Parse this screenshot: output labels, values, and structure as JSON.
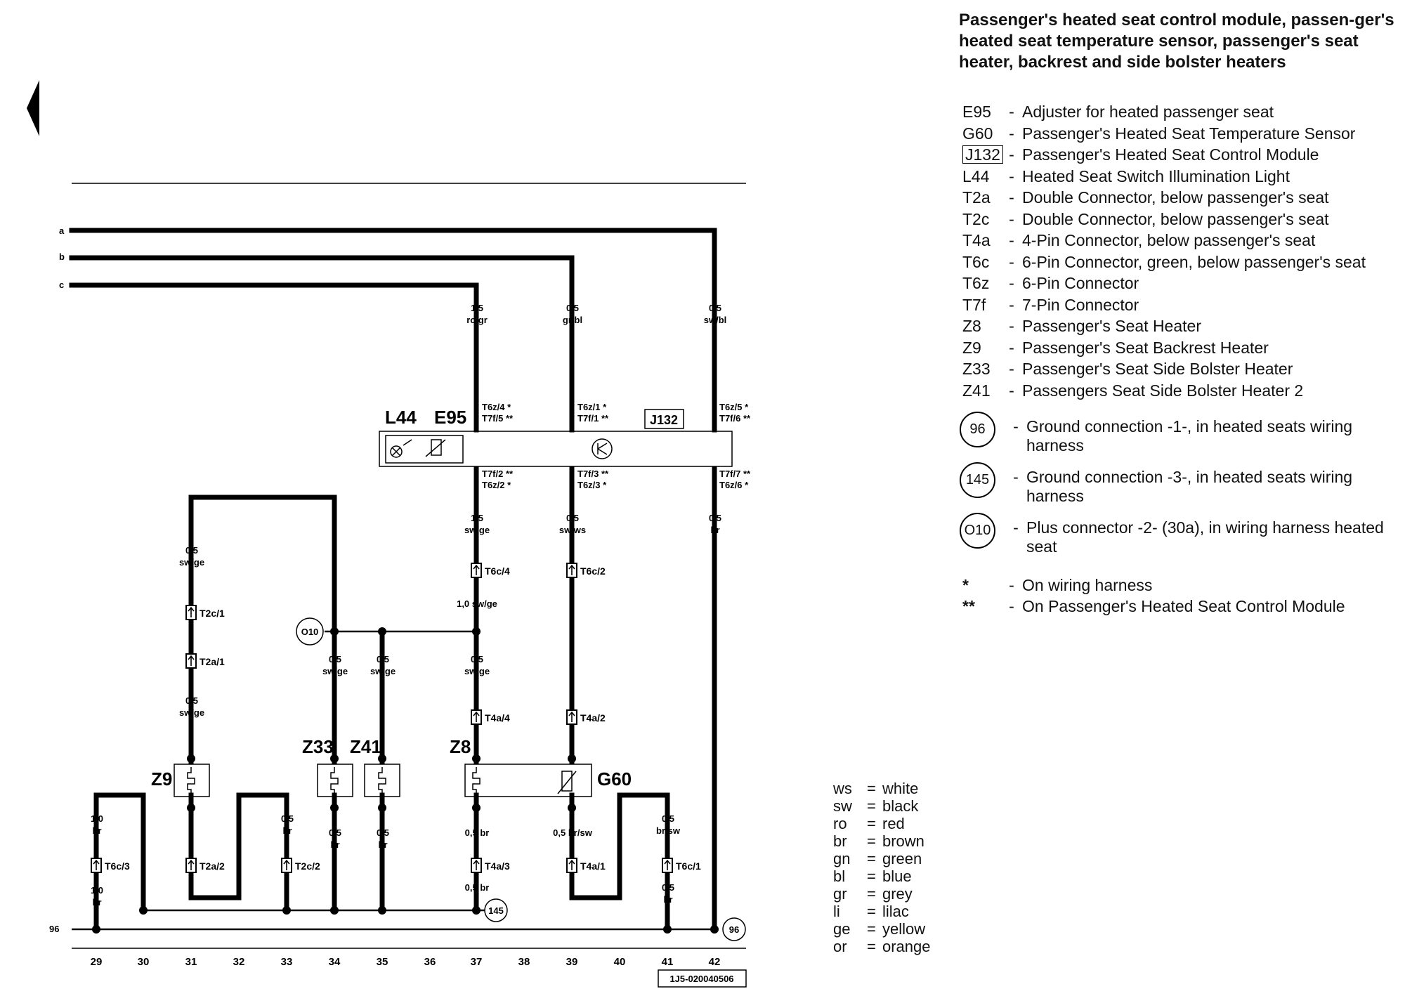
{
  "title": "Passenger's heated seat control module, passen-ger's heated seat temperature sensor, passenger's seat heater, backrest and side bolster heaters",
  "legend": [
    {
      "code": "E95",
      "desc": "Adjuster for heated passenger seat"
    },
    {
      "code": "G60",
      "desc": "Passenger's Heated Seat Temperature Sensor"
    },
    {
      "code": "J132",
      "desc": "Passenger's Heated Seat Control Module"
    },
    {
      "code": "L44",
      "desc": "Heated Seat Switch Illumination Light"
    },
    {
      "code": "T2a",
      "desc": "Double Connector, below passenger's seat"
    },
    {
      "code": "T2c",
      "desc": "Double Connector, below passenger's seat"
    },
    {
      "code": "T4a",
      "desc": "4-Pin Connector, below passenger's seat"
    },
    {
      "code": "T6c",
      "desc": "6-Pin Connector, green, below passenger's seat"
    },
    {
      "code": "T6z",
      "desc": "6-Pin Connector"
    },
    {
      "code": "T7f",
      "desc": "7-Pin Connector"
    },
    {
      "code": "Z8",
      "desc": "Passenger's Seat Heater"
    },
    {
      "code": "Z9",
      "desc": "Passenger's Seat Backrest Heater"
    },
    {
      "code": "Z33",
      "desc": "Passenger's Seat Side Bolster Heater"
    },
    {
      "code": "Z41",
      "desc": "Passengers Seat Side Bolster Heater 2"
    }
  ],
  "grounds": [
    {
      "code": "96",
      "desc": "Ground connection -1-, in heated seats wiring harness"
    },
    {
      "code": "145",
      "desc": "Ground connection -3-, in heated seats wiring harness"
    },
    {
      "code": "O10",
      "desc": "Plus connector -2- (30a), in wiring harness heated seat"
    }
  ],
  "notes": [
    {
      "sym": "*",
      "desc": "On wiring harness"
    },
    {
      "sym": "**",
      "desc": "On Passenger's Heated Seat Control Module"
    }
  ],
  "colors": [
    {
      "code": "ws",
      "name": "white"
    },
    {
      "code": "sw",
      "name": "black"
    },
    {
      "code": "ro",
      "name": "red"
    },
    {
      "code": "br",
      "name": "brown"
    },
    {
      "code": "gn",
      "name": "green"
    },
    {
      "code": "bl",
      "name": "blue"
    },
    {
      "code": "gr",
      "name": "grey"
    },
    {
      "code": "li",
      "name": "lilac"
    },
    {
      "code": "ge",
      "name": "yellow"
    },
    {
      "code": "or",
      "name": "orange"
    }
  ],
  "diagram": {
    "bus_labels": [
      "a",
      "b",
      "c"
    ],
    "ground_bus_label": "96",
    "module_labels": {
      "l44": "L44",
      "e95": "E95",
      "j132": "J132"
    },
    "component_labels": {
      "z9": "Z9",
      "z33": "Z33",
      "z41": "Z41",
      "z8": "Z8",
      "g60": "G60"
    },
    "ground_symbols": {
      "o10": "O10",
      "g145": "145",
      "g96": "96"
    },
    "upper_wires": {
      "c_size": "1,5",
      "c_color": "ro/gr",
      "b_size": "0,5",
      "b_color": "gr/bl",
      "a_size": "0,5",
      "a_color": "sw/bl"
    },
    "module_pins": {
      "top_left_1": "T6z/4 *",
      "top_left_2": "T7f/5 **",
      "top_mid_1": "T6z/1 *",
      "top_mid_2": "T7f/1 **",
      "top_right_1": "T6z/5 *",
      "top_right_2": "T7f/6 **",
      "bot_left_1": "T7f/2 **",
      "bot_left_2": "T6z/2 *",
      "bot_mid_1": "T7f/3 **",
      "bot_mid_2": "T6z/3 *",
      "bot_right_1": "T7f/7 **",
      "bot_right_2": "T6z/6 *"
    },
    "wires": {
      "w31_size": "0,5",
      "w31_color": "sw/ge",
      "w31b_size": "0,5",
      "w31b_color": "sw/ge",
      "w37a_size": "1,5",
      "w37a_color": "sw/ge",
      "w37b": "1,0 sw/ge",
      "w37c_size": "0,5",
      "w37c_color": "sw/ge",
      "w34_size": "0,5",
      "w34_color": "sw/ge",
      "w35_size": "0,5",
      "w35_color": "sw/ge",
      "w39_size": "0,5",
      "w39_color": "sw/ws",
      "w42_size": "0,5",
      "w42_color": "br",
      "w29_size": "1,0",
      "w29_color": "br",
      "w29b_size": "1,0",
      "w29b_color": "br",
      "w33_size": "0,5",
      "w33_color": "br",
      "w34b_size": "0,5",
      "w34b_color": "br",
      "w35b_size": "0,5",
      "w35b_color": "br",
      "w37d": "0,5 br",
      "w37e": "0,5 br",
      "w39b": "0,5 br/sw",
      "w41_size": "0,5",
      "w41_color": "br/sw",
      "w41b_size": "0,5",
      "w41b_color": "br"
    },
    "connectors": {
      "c31a": "T2c/1",
      "c31b": "T2a/1",
      "c31c": "T2a/2",
      "c37a": "T6c/4",
      "c37b": "T4a/4",
      "c37c": "T4a/3",
      "c39a": "T6c/2",
      "c39b": "T4a/2",
      "c39c": "T4a/1",
      "c29": "T6c/3",
      "c33": "T2c/2",
      "c41": "T6c/1"
    },
    "axis": [
      "29",
      "30",
      "31",
      "32",
      "33",
      "34",
      "35",
      "36",
      "37",
      "38",
      "39",
      "40",
      "41",
      "42"
    ],
    "doc_number": "1J5-020040506"
  }
}
